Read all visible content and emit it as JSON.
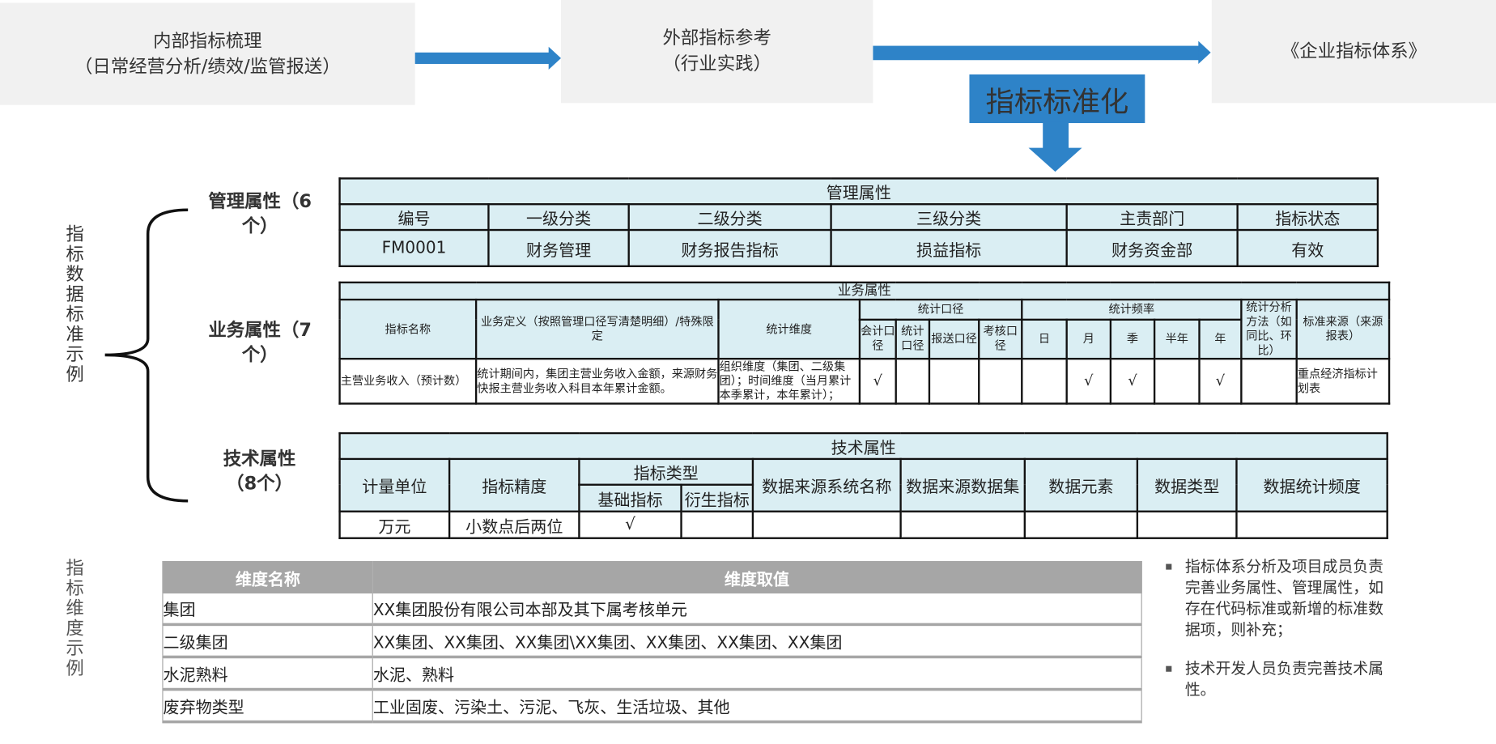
{
  "flow": {
    "box1": {
      "line1": "内部指标梳理",
      "line2": "（日常经营分析/绩效/监管报送）"
    },
    "box2": {
      "line1": "外部指标参考",
      "line2": "（行业实践）"
    },
    "box3": {
      "line1": "《企业指标体系》"
    },
    "standardize": "指标标准化"
  },
  "colors": {
    "accent": "#2e83c8",
    "table_header": "#daeef3",
    "dim_header": "#a6a6a6",
    "box": "#f1f1f1"
  },
  "side_labels": {
    "data_example": "指标数据标准示例",
    "dimension_example": "指标维度示例"
  },
  "attr_labels": {
    "management": "管理属性（6个）",
    "business": "业务属性（7个）",
    "technical": "技术属性（8个）"
  },
  "management_table": {
    "title": "管理属性",
    "headers": [
      "编号",
      "一级分类",
      "二级分类",
      "三级分类",
      "主责部门",
      "指标状态"
    ],
    "row": [
      "FM0001",
      "财务管理",
      "财务报告指标",
      "损益指标",
      "财务资金部",
      "有效"
    ]
  },
  "business_table": {
    "title": "业务属性",
    "headers": {
      "name": "指标名称",
      "definition": "业务定义（按照管理口径写清楚明细）/特殊限定",
      "dimension": "统计维度",
      "scope": "统计口径",
      "scope_items": [
        "会计口径",
        "统计口径",
        "报送口径",
        "考核口径"
      ],
      "frequency": "统计频率",
      "frequency_items": [
        "日",
        "月",
        "季",
        "半年",
        "年"
      ],
      "method": "统计分析方法（如同比、环比）",
      "source": "标准来源（来源报表）"
    },
    "row": {
      "name": "主营业务收入（预计数）",
      "definition": "统计期间内，集团主营业务收入金额，来源财务快报主营业务收入科目本年累计金额。",
      "dimension": "组织维度（集团、二级集团）；时间维度（当月累计本季累计，本年累计）；",
      "scope": [
        "√",
        "",
        "",
        ""
      ],
      "frequency": [
        "",
        "√",
        "√",
        "",
        "√"
      ],
      "method": "",
      "source": "重点经济指标计划表"
    }
  },
  "technical_table": {
    "title": "技术属性",
    "headers": {
      "unit": "计量单位",
      "precision": "指标精度",
      "type": "指标类型",
      "type_items": [
        "基础指标",
        "衍生指标"
      ],
      "system": "数据来源系统名称",
      "dataset": "数据来源数据集",
      "element": "数据元素",
      "datatype": "数据类型",
      "freq": "数据统计频度"
    },
    "row": [
      "万元",
      "小数点后两位",
      "√",
      "",
      "",
      "",
      "",
      "",
      ""
    ]
  },
  "dimension_table": {
    "headers": [
      "维度名称",
      "维度取值"
    ],
    "rows": [
      [
        "集团",
        "XX集团股份有限公司本部及其下属考核单元"
      ],
      [
        "二级集团",
        "XX集团、XX集团、XX集团\\XX集团、XX集团、XX集团、XX集团"
      ],
      [
        "水泥熟料",
        "水泥、熟料"
      ],
      [
        "废弃物类型",
        "工业固废、污染土、污泥、飞灰、生活垃圾、其他"
      ]
    ]
  },
  "notes": [
    "指标体系分析及项目成员负责完善业务属性、管理属性，如存在代码标准或新增的标准数据项，则补充；",
    "技术开发人员负责完善技术属性。"
  ]
}
